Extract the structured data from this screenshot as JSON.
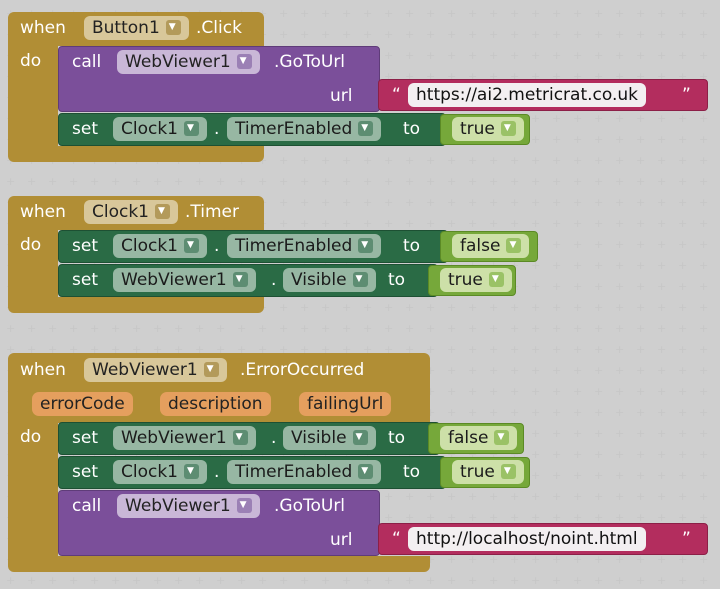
{
  "block1": {
    "when": "when",
    "component": "Button1",
    "event": ".Click",
    "do": "do",
    "call": {
      "kw": "call",
      "component": "WebViewer1",
      "method": ".GoToUrl",
      "url_label": "url",
      "url_value": "https://ai2.metricrat.co.uk"
    },
    "set1": {
      "kw": "set",
      "component": "Clock1",
      "dot": ".",
      "property": "TimerEnabled",
      "to": "to",
      "value": "true"
    }
  },
  "block2": {
    "when": "when",
    "component": "Clock1",
    "event": ".Timer",
    "do": "do",
    "set1": {
      "kw": "set",
      "component": "Clock1",
      "dot": ".",
      "property": "TimerEnabled",
      "to": "to",
      "value": "false"
    },
    "set2": {
      "kw": "set",
      "component": "WebViewer1",
      "dot": ".",
      "property": "Visible",
      "to": "to",
      "value": "true"
    }
  },
  "block3": {
    "when": "when",
    "component": "WebViewer1",
    "event": ".ErrorOccurred",
    "params": [
      "errorCode",
      "description",
      "failingUrl"
    ],
    "do": "do",
    "set1": {
      "kw": "set",
      "component": "WebViewer1",
      "dot": ".",
      "property": "Visible",
      "to": "to",
      "value": "false"
    },
    "set2": {
      "kw": "set",
      "component": "Clock1",
      "dot": ".",
      "property": "TimerEnabled",
      "to": "to",
      "value": "true"
    },
    "call": {
      "kw": "call",
      "component": "WebViewer1",
      "method": ".GoToUrl",
      "url_label": "url",
      "url_value": "http://localhost/noint.html"
    }
  },
  "colors": {
    "event": "#b18e35",
    "call": "#7b4f9a",
    "set": "#2a6b45",
    "text": "#b32d5e",
    "boolean": "#76a83a",
    "param": "#e59f5e"
  }
}
